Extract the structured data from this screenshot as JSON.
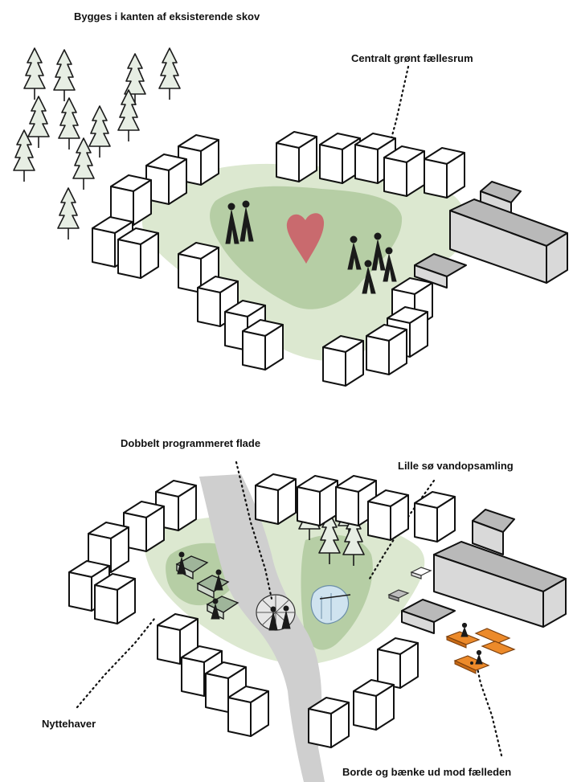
{
  "colors": {
    "lawn_light": "#dce8d0",
    "lawn_dark": "#b6cea5",
    "heart": "#c96a6e",
    "road": "#cfcfcf",
    "pond": "#cfe3ef",
    "tables": "#ec8a2a",
    "building_wing": "#d9d9d9"
  },
  "top_diagram": {
    "label_forest": "Bygges i kanten af eksisterende skov",
    "label_space": "Centralt grønt fællesrum",
    "icons": [
      "pine-tree-icon",
      "cube-house-icon",
      "heart-icon",
      "people-icon",
      "building-wing-icon"
    ]
  },
  "bottom_diagram": {
    "label_plaza": "Dobbelt programmeret flade",
    "label_pond": "Lille sø vandopsamling",
    "label_gardens": "Nyttehaver",
    "label_tables": "Borde og bænke ud mod fælleden",
    "icons": [
      "road-icon",
      "garden-bed-icon",
      "plaza-circle-icon",
      "pond-icon",
      "car-icon",
      "table-bench-icon"
    ]
  }
}
